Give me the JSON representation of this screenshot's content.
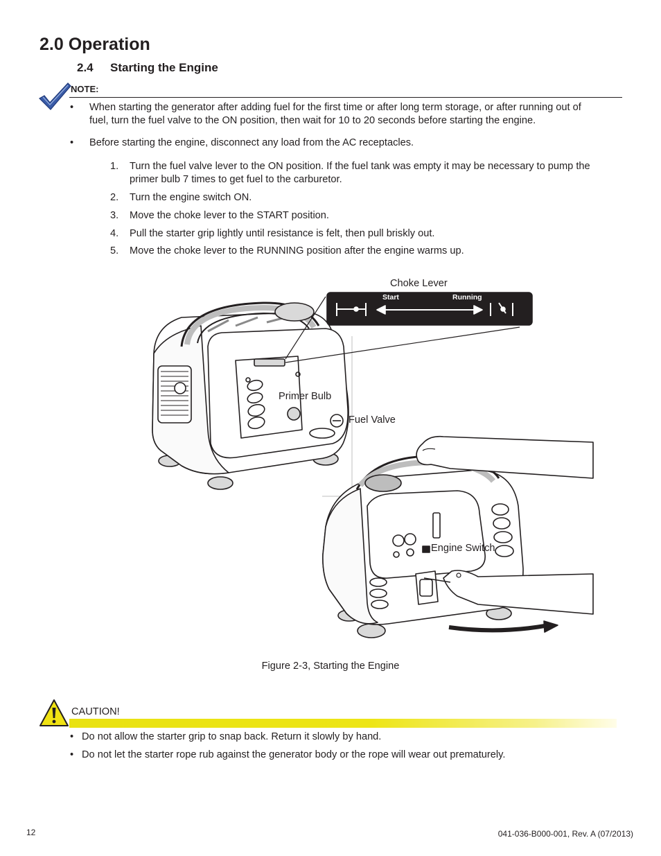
{
  "heading": {
    "chapter": "2.0 Operation",
    "section_number": "2.4",
    "section_title": "Starting the Engine"
  },
  "note": {
    "label": "NOTE:",
    "bullets": [
      {
        "line1": "When starting the generator after adding fuel for the first time or after long term storage, or after running out of",
        "line2": "fuel, turn the fuel valve to the ON position, then wait for 10 to 20 seconds before starting the engine."
      },
      {
        "line1": "Before starting the engine, disconnect any load from the AC receptacles.",
        "line2": ""
      }
    ]
  },
  "steps": [
    {
      "num": "1.",
      "line1": "Turn the fuel valve lever to the ON position. If the fuel tank was empty it may be necessary to pump the",
      "line2": "primer bulb 7 times to get fuel to the carburetor."
    },
    {
      "num": "2.",
      "line1": "Turn the engine switch ON."
    },
    {
      "num": "3.",
      "line1": "Move the choke lever to the START position."
    },
    {
      "num": "4.",
      "line1": "Pull the starter grip lightly until resistance is felt, then pull briskly out."
    },
    {
      "num": "5.",
      "line1": "Move the choke lever to the RUNNING position after the engine warms up."
    }
  ],
  "figure": {
    "choke_lever_label": "Choke Lever",
    "choke_start": "Start",
    "choke_running": "Running",
    "primer_bulb_label": "Primer Bulb",
    "fuel_valve_label": "Fuel Valve",
    "engine_switch_label": "Engine Switch",
    "caption": "Figure 2-3, Starting the Engine"
  },
  "caution": {
    "label": "CAUTION!",
    "bullets": [
      "Do not allow the starter grip to snap back. Return it slowly by hand.",
      "Do not let the starter rope rub against the generator body or the rope will wear out prematurely."
    ],
    "bar_color": "#e9e212"
  },
  "footer": {
    "page_number": "12",
    "doc_id": "041-036-B000-001, Rev. A (07/2013)"
  }
}
